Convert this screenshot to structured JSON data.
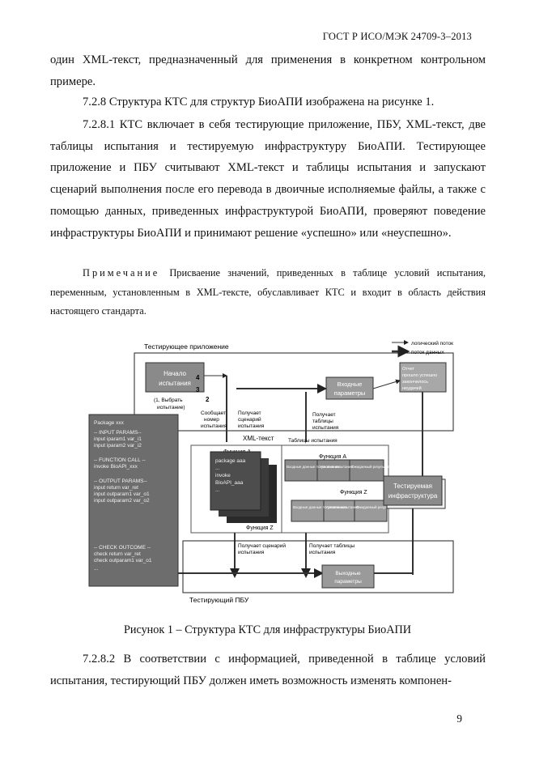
{
  "header": {
    "doc_id": "ГОСТ Р ИСО/МЭК 24709-3–2013"
  },
  "paragraphs": {
    "p1": "один XML-текст, предназначенный для применения в конкретном контрольном примере.",
    "p2": "7.2.8 Структура КТС для структур БиоАПИ изображена на рисунке 1.",
    "p3": "7.2.8.1 КТС включает в себя тестирующие приложение, ПБУ, XML-текст, две таблицы испытания и тестируемую инфраструктуру БиоАПИ. Тестирующее приложение и ПБУ считывают XML-текст и таблицы испытания и запускают сценарий выполнения после его перевода в двоичные исполняемые файлы, а также с помощью данных, приведенных инфраструктурой БиоАПИ, проверяют поведение инфраструктуры БиоАПИ и принимают решение «успешно» или «неуспешно».",
    "p4": "7.2.8.2 В соответствии с информацией, приведенной в таблице условий испытания, тестирующий ПБУ должен иметь возможность изменять компонен-"
  },
  "note": {
    "label": "Примечание",
    "text": "Присваение значений, приведенных в таблице условий испытания, переменным, установленным в XML-тексте, обуславливает КТС и входит в область действия настоящего стандарта."
  },
  "figure": {
    "legend": {
      "logic_flow": "логический поток",
      "data_flow": "поток данных"
    },
    "test_app_label": "Тестирующее приложение",
    "test_pbu_label": "Тестирующий ПБУ",
    "start_test": [
      "Начало",
      "испытания"
    ],
    "select_test": [
      "(1, Выбрать",
      "испытание)"
    ],
    "step_numbers": [
      "4",
      "3",
      "2"
    ],
    "input_params": [
      "Входные",
      "параметры"
    ],
    "output_params": [
      "Выходные",
      "параметры"
    ],
    "report": [
      "Отчет",
      "прошло успешно",
      "закончилось",
      "неудачей"
    ],
    "sends_number": [
      "Сообщает",
      "номер",
      "испытания"
    ],
    "gets_scenarios": [
      "Получает",
      "сценарий",
      "испытания"
    ],
    "xml_text": "XML-текст",
    "gets_tables": [
      "Получает",
      "таблицы",
      "испытания"
    ],
    "test_tables": "Таблицы испытания",
    "gets_scenario_bottom": [
      "Получает сценарий",
      "испытания"
    ],
    "gets_tables_bottom": [
      "Получает таблицы",
      "испытания"
    ],
    "function_a": "Функция А",
    "function_z": "Функция Z",
    "package_aaa": [
      "package aaa",
      "...",
      "invoke",
      "BioAPI_aaa",
      "..."
    ],
    "tested_infra": [
      "Тестируемая",
      "инфраструктура"
    ],
    "table_headers": [
      "Входные данные по умолчанию",
      "Условия испытания",
      "Ожидаемый результат"
    ],
    "code_listing": [
      "Package xxx",
      "",
      "-- INPUT PARAMS--",
      "input iparam1 var_i1",
      "input iparam2 var_i2",
      "",
      "-- FUNCTION CALL --",
      "invoke BioAPI_xxx",
      "",
      "-- OUTPUT PARAMS--",
      "input return var_ret",
      "input outparam1 var_o1",
      "input outparam2 var_o2",
      "",
      "-- CHECK OUTCOME --",
      "check return var_ret",
      "check outparam1 var_o1",
      "..."
    ]
  },
  "caption": "Рисунок 1 – Структура КТС для инфраструктуры БиоАПИ",
  "page_number": "9"
}
